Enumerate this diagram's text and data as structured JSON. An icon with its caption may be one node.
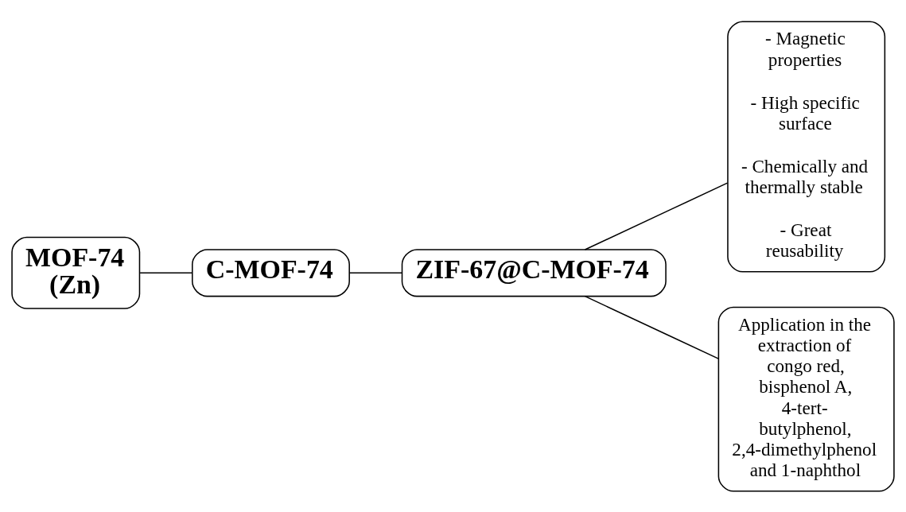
{
  "diagram": {
    "nodes": [
      {
        "text": [
          "MOF-74 (Zn)"
        ]
      },
      {
        "text": [
          "C-MOF-74"
        ]
      },
      {
        "text": [
          "ZIF-67@C-MOF-74"
        ]
      },
      {
        "text": [
          "- Magnetic properties",
          "- High specific surface",
          "- Chemically and thermally stable",
          "- Great reusability"
        ]
      },
      {
        "text": [
          "Application in the extraction of congo red, bisphenol A, 4-tert-butylphenol, 2,4-dimethylphenol and 1-naphthol"
        ]
      }
    ],
    "edges": [
      {
        "from": 0,
        "to": 1,
        "arrow": "none"
      },
      {
        "from": 1,
        "to": 2,
        "arrow": "none"
      },
      {
        "from": 2,
        "to": 3,
        "arrow": "none"
      },
      {
        "from": 2,
        "to": 4,
        "arrow": "none"
      }
    ]
  }
}
